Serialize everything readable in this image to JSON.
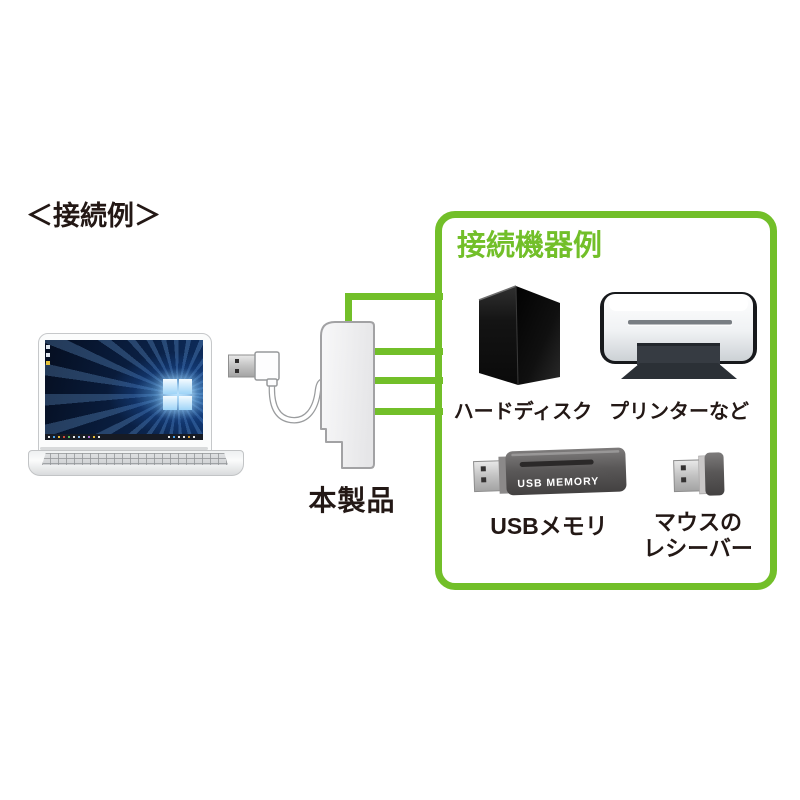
{
  "title": "＜接続例＞",
  "product": {
    "label": "本製品"
  },
  "connected_devices_box": {
    "heading": "接続機器例",
    "devices": [
      {
        "id": "hard-disk",
        "label": "ハードディスク"
      },
      {
        "id": "printer",
        "label": "プリンターなど"
      },
      {
        "id": "usb-memory",
        "label": "USBメモリ",
        "printed_text": "USB MEMORY"
      },
      {
        "id": "mouse-receiver",
        "label_line1": "マウスの",
        "label_line2": "レシーバー"
      }
    ]
  },
  "colors": {
    "accent_green": "#72bf29",
    "label_black": "#231815"
  }
}
